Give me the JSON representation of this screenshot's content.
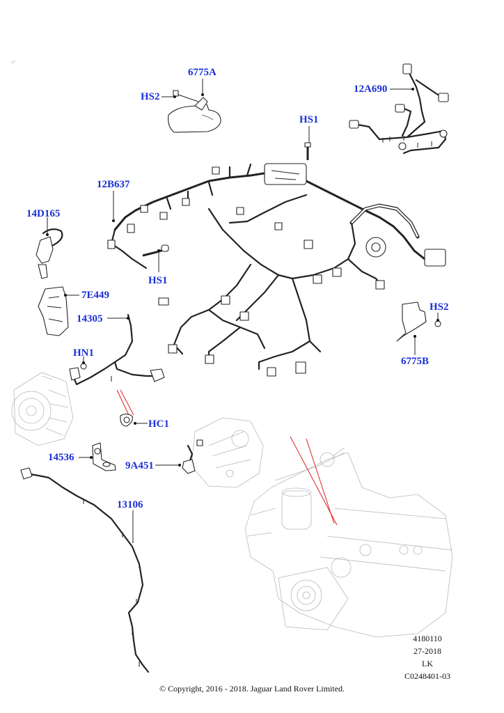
{
  "diagram": {
    "title": "Engine wiring harness exploded view",
    "label_color": "#1a2fd6",
    "callouts": [
      {
        "id": "6775A",
        "text": "6775A"
      },
      {
        "id": "HS2_top",
        "text": "HS2"
      },
      {
        "id": "12A690",
        "text": "12A690"
      },
      {
        "id": "HS1_top",
        "text": "HS1"
      },
      {
        "id": "12B637",
        "text": "12B637"
      },
      {
        "id": "14D165",
        "text": "14D165"
      },
      {
        "id": "HS1_mid",
        "text": "HS1"
      },
      {
        "id": "7E449",
        "text": "7E449"
      },
      {
        "id": "14305",
        "text": "14305"
      },
      {
        "id": "HS2_right",
        "text": "HS2"
      },
      {
        "id": "6775B",
        "text": "6775B"
      },
      {
        "id": "HN1",
        "text": "HN1"
      },
      {
        "id": "HC1",
        "text": "HC1"
      },
      {
        "id": "14536",
        "text": "14536"
      },
      {
        "id": "9A451",
        "text": "9A451"
      },
      {
        "id": "13106",
        "text": "13106"
      }
    ],
    "reference": {
      "line1": "4180110",
      "line2": "27-2018",
      "line3": "LK",
      "line4": "C0248401-03"
    },
    "copyright": "© Copyright, 2016 - 2018. Jaguar Land Rover Limited."
  }
}
